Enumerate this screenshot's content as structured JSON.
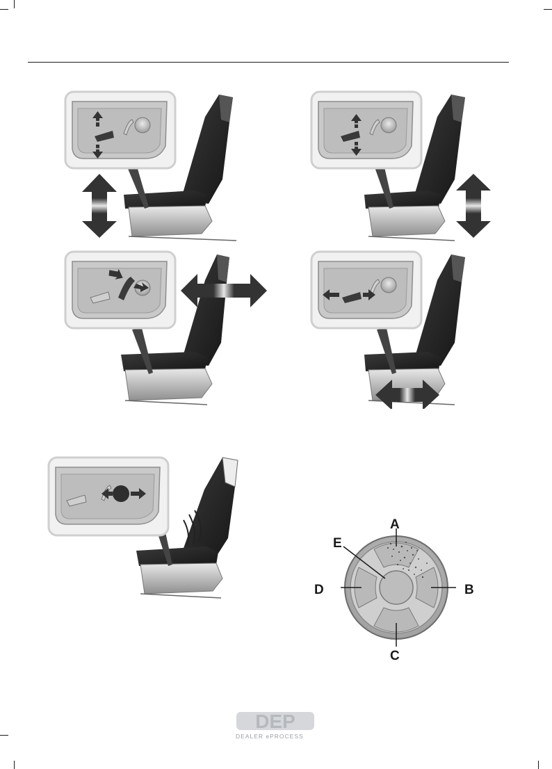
{
  "header": {
    "rule": true
  },
  "figures": [
    {
      "id": "seat-front-height",
      "motion": "up-down"
    },
    {
      "id": "seat-rear-height",
      "motion": "up-down"
    },
    {
      "id": "seat-backrest-recline",
      "motion": "forward-backward"
    },
    {
      "id": "seat-fore-aft",
      "motion": "forward-backward"
    },
    {
      "id": "seat-massage",
      "motion": "side-to-side"
    }
  ],
  "control_diagram": {
    "labels": {
      "a": "A",
      "b": "B",
      "c": "C",
      "d": "D",
      "e": "E"
    }
  },
  "footer": {
    "logo_text": "DEP",
    "logo_subtitle": "DEALER ePROCESS"
  },
  "colors": {
    "seat": "#2b2b2b",
    "panel": "#cfcfcf",
    "frame": "#e3e3e3",
    "text": "#1a1a1a"
  }
}
